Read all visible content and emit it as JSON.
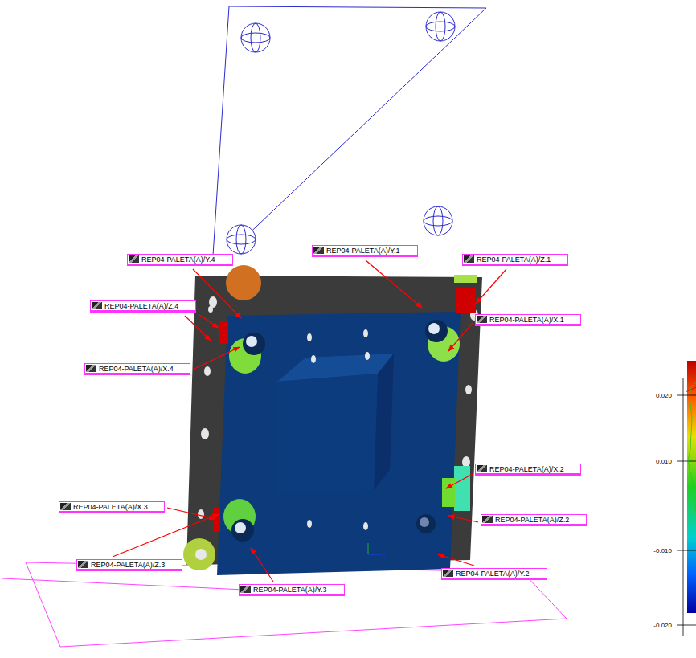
{
  "diagram": {
    "nodes": [
      {
        "text": [
          "REP04-PALETA(A)/Y.1"
        ]
      },
      {
        "text": [
          "REP04-PALETA(A)/Y.4"
        ]
      },
      {
        "text": [
          "REP04-PALETA(A)/Z.1"
        ]
      },
      {
        "text": [
          "REP04-PALETA(A)/Z.4"
        ]
      },
      {
        "text": [
          "REP04-PALETA(A)/X.1"
        ]
      },
      {
        "text": [
          "REP04-PALETA(A)/X.4"
        ]
      },
      {
        "text": [
          "REP04-PALETA(A)/X.2"
        ]
      },
      {
        "text": [
          "REP04-PALETA(A)/X.3"
        ]
      },
      {
        "text": [
          "REP04-PALETA(A)/Z.2"
        ]
      },
      {
        "text": [
          "REP04-PALETA(A)/Z.3"
        ]
      },
      {
        "text": [
          "REP04-PALETA(A)/Y.2"
        ]
      },
      {
        "text": [
          "REP04-PALETA(A)/Y.3"
        ]
      }
    ],
    "labels": [
      "0.020",
      "0.010",
      "-0.010",
      "-0.020",
      "Z"
    ]
  }
}
